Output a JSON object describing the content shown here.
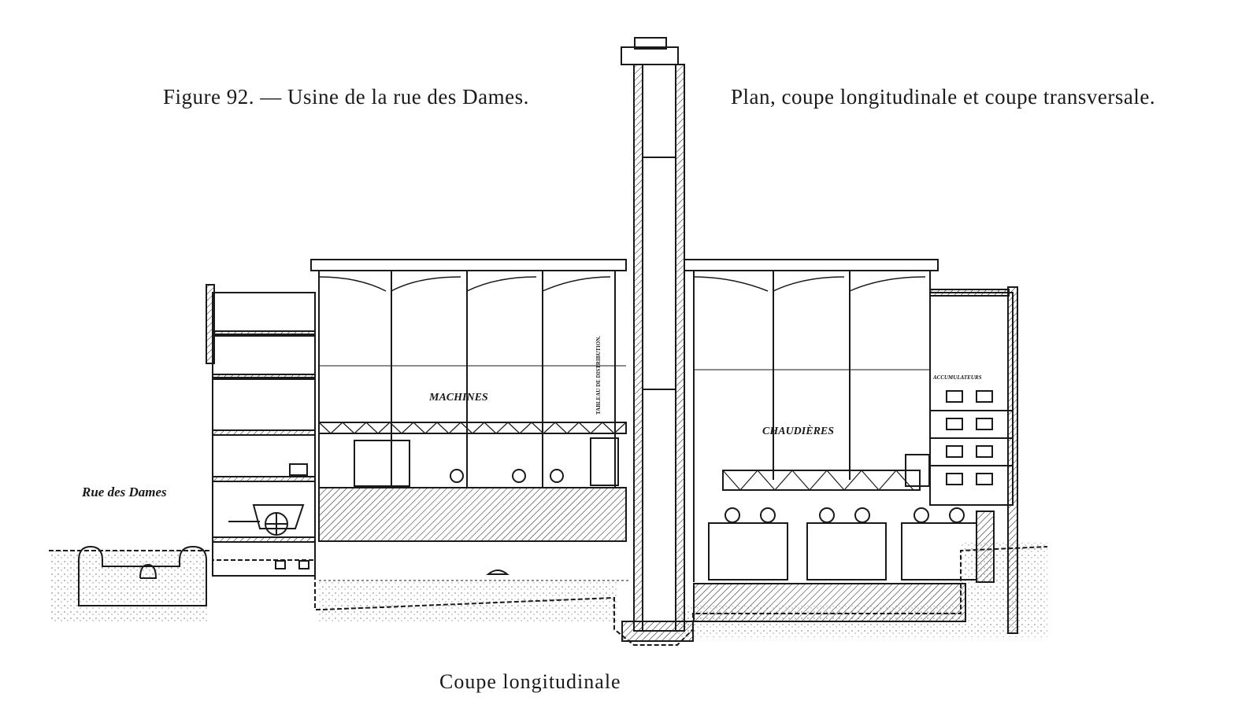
{
  "figure": {
    "caption_left": "Figure 92. — Usine de la rue des Dames.",
    "caption_right": "Plan, coupe longitudinale et coupe transversale.",
    "caption_bottom": "Coupe longitudinale"
  },
  "labels": {
    "street": "Rue des Dames",
    "machines": "MACHINES",
    "tableau": "TABLEAU DE DISTRIBUTION.",
    "chaudieres": "CHAUDIÈRES",
    "accumulateurs": "ACCUMULATEURS"
  },
  "colors": {
    "ink": "#1a1a1a",
    "paper": "#ffffff"
  }
}
